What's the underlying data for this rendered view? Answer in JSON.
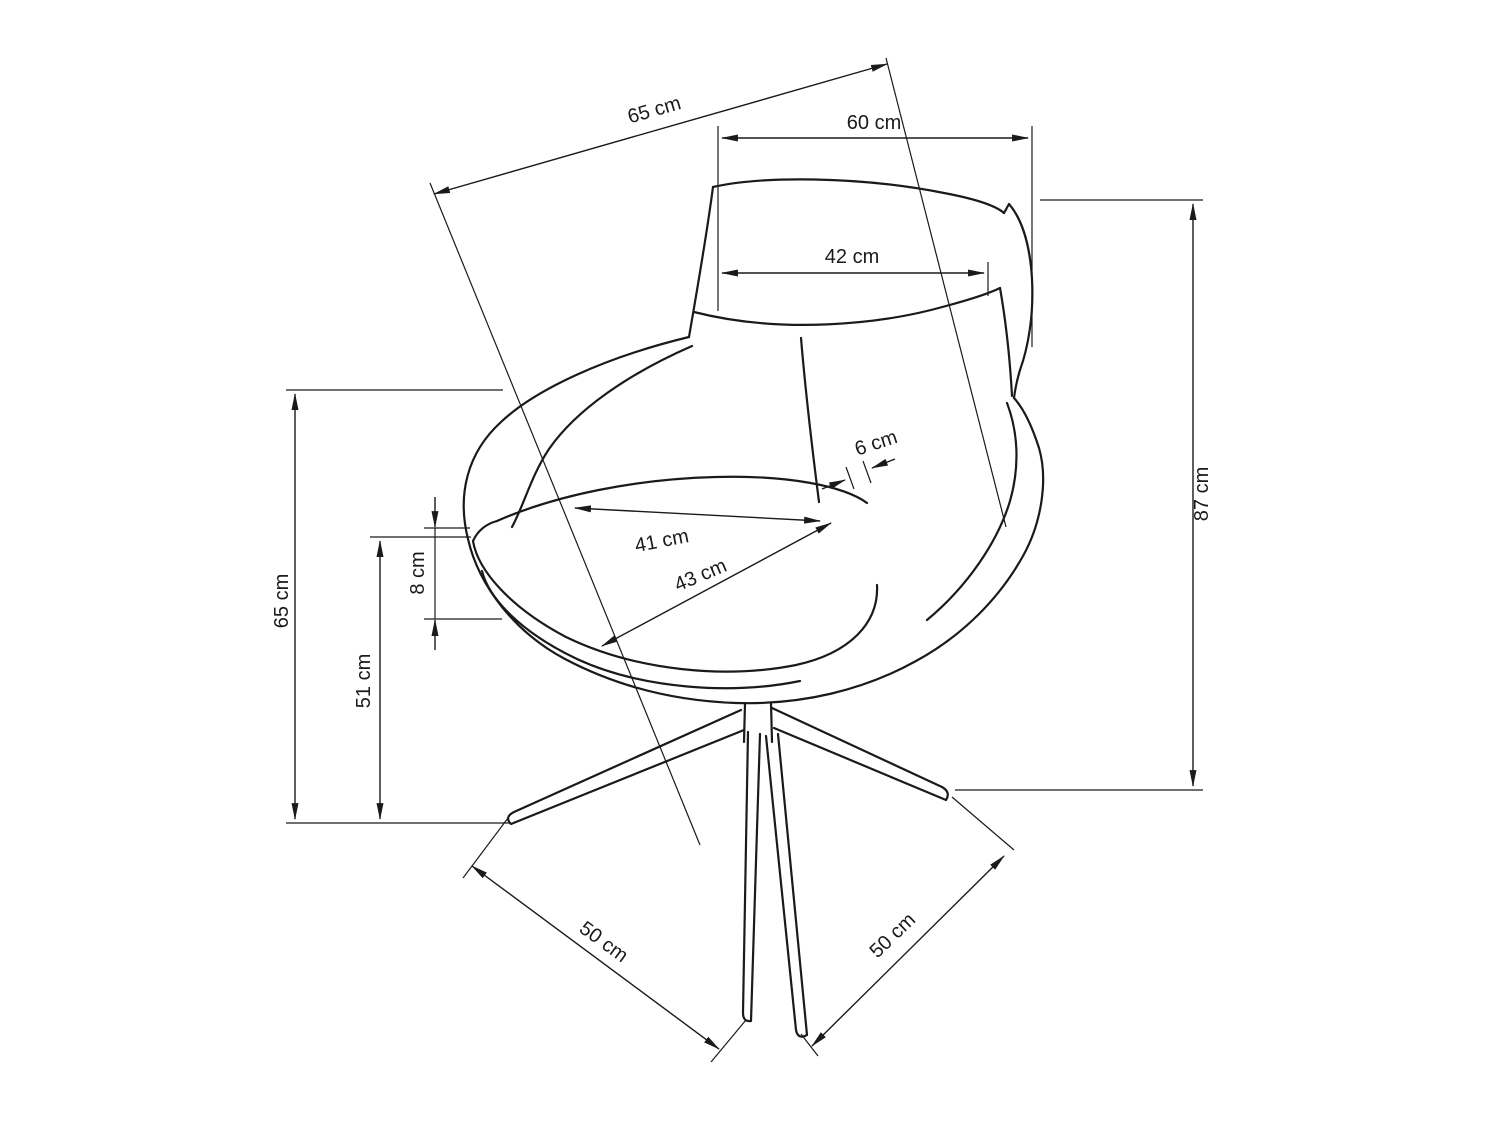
{
  "canvas": {
    "background": "#ffffff",
    "line_color": "#1a1a1a"
  },
  "diagram": {
    "labels": {
      "diag_depth": "65 cm",
      "top_width": "60 cm",
      "backrest_width": "42 cm",
      "total_height": "87 cm",
      "left_height": "65 cm",
      "seat_height": "51 cm",
      "cushion_thickness": "8 cm",
      "armrest_thickness": "6 cm",
      "seat_width": "41 cm",
      "seat_depth": "43 cm",
      "base_span_front_left": "50 cm",
      "base_span_front_right": "50 cm"
    }
  }
}
